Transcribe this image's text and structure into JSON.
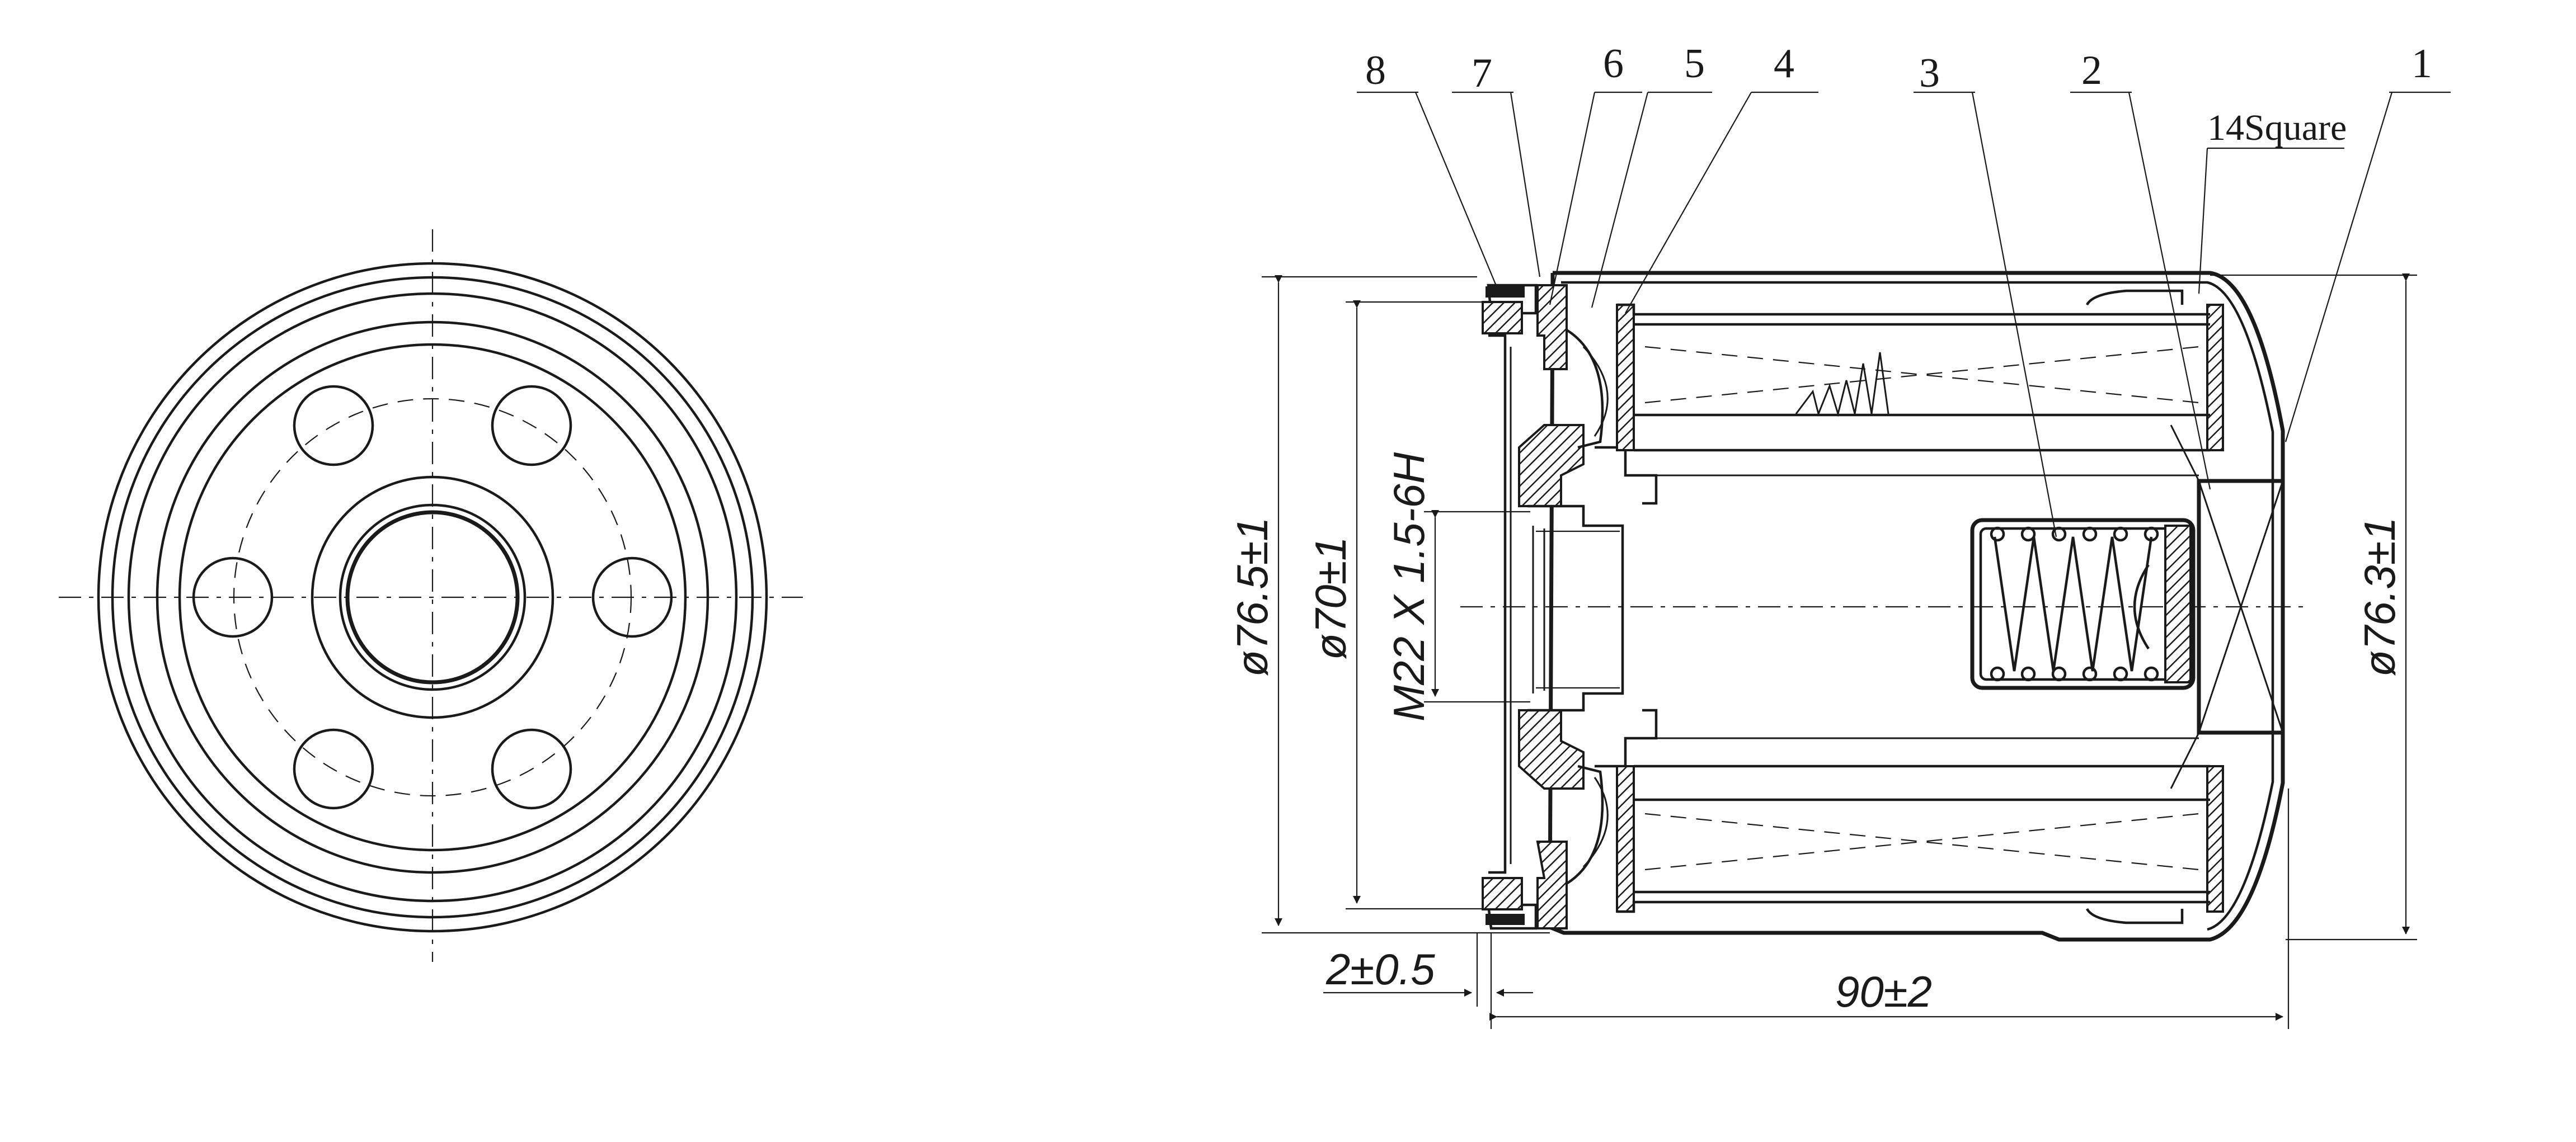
{
  "part_labels": [
    "8",
    "7",
    "6",
    "5",
    "4",
    "3",
    "2",
    "1"
  ],
  "square_note": "14Square",
  "dimensions": {
    "outer_diameter_left": "ø76.5±1",
    "seal_diameter": "ø70±1",
    "thread": "M22 X 1.5-6H",
    "outer_diameter_right": "ø76.3±1",
    "gasket_offset": "2±0.5",
    "height": "90±2"
  }
}
